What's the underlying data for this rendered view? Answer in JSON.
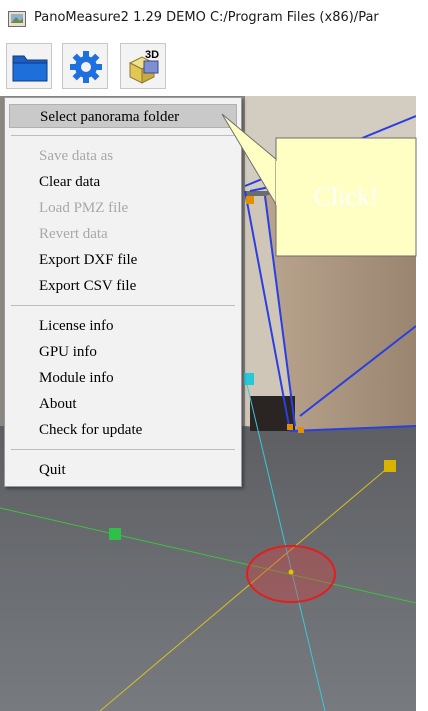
{
  "window": {
    "title": "PanoMeasure2 1.29 DEMO  C:/Program Files (x86)/Par"
  },
  "toolbar": {
    "buttons": [
      {
        "icon": "folder-icon"
      },
      {
        "icon": "gear-icon"
      },
      {
        "icon": "3d-view-icon",
        "badge": "3D"
      }
    ]
  },
  "menu": {
    "select_folder": "Select panorama folder",
    "save_data": "Save data as",
    "clear_data": "Clear data",
    "load_pmz": "Load PMZ file",
    "revert_data": "Revert data",
    "export_dxf": "Export DXF file",
    "export_csv": "Export CSV file",
    "license_info": "License info",
    "gpu_info": "GPU info",
    "module_info": "Module info",
    "about": "About",
    "check_update": "Check for update",
    "quit": "Quit"
  },
  "callout": {
    "text": "Click!"
  },
  "colors": {
    "outline_blue": "#2a3fe0",
    "marker_yellow": "#e0b400",
    "marker_green": "#2ec04a",
    "marker_cyan": "#28c8d8",
    "target_red": "#e02020",
    "callout_fill": "#ffffc4"
  }
}
